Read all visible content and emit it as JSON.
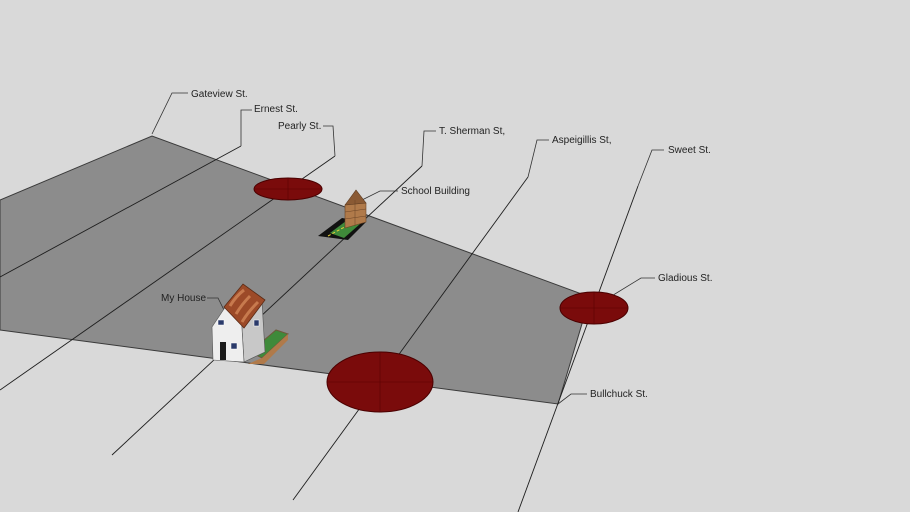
{
  "labels": {
    "gateview": "Gateview St.",
    "ernest": "Ernest St.",
    "pearly": "Pearly St.",
    "t_sherman": "T. Sherman St,",
    "aspeigillis": "Aspeigillis St,",
    "sweet": "Sweet St.",
    "school_building": "School Building",
    "my_house": "My House",
    "gladious": "Gladious St.",
    "bullchuck": "Bullchuck St."
  },
  "colors": {
    "background": "#d9d9d9",
    "ground_plane": "#8c8c8c",
    "street_line": "#1e1e1e",
    "marker": "#7a0b0b",
    "house_wall": "#eeeeee",
    "roof": "#9c4a28",
    "grass": "#3f8a3a",
    "brick": "#b07a4a"
  },
  "icons": {
    "my_house": "house-model-icon",
    "school_building": "school-building-model-icon",
    "markers": "red-disc-marker"
  }
}
